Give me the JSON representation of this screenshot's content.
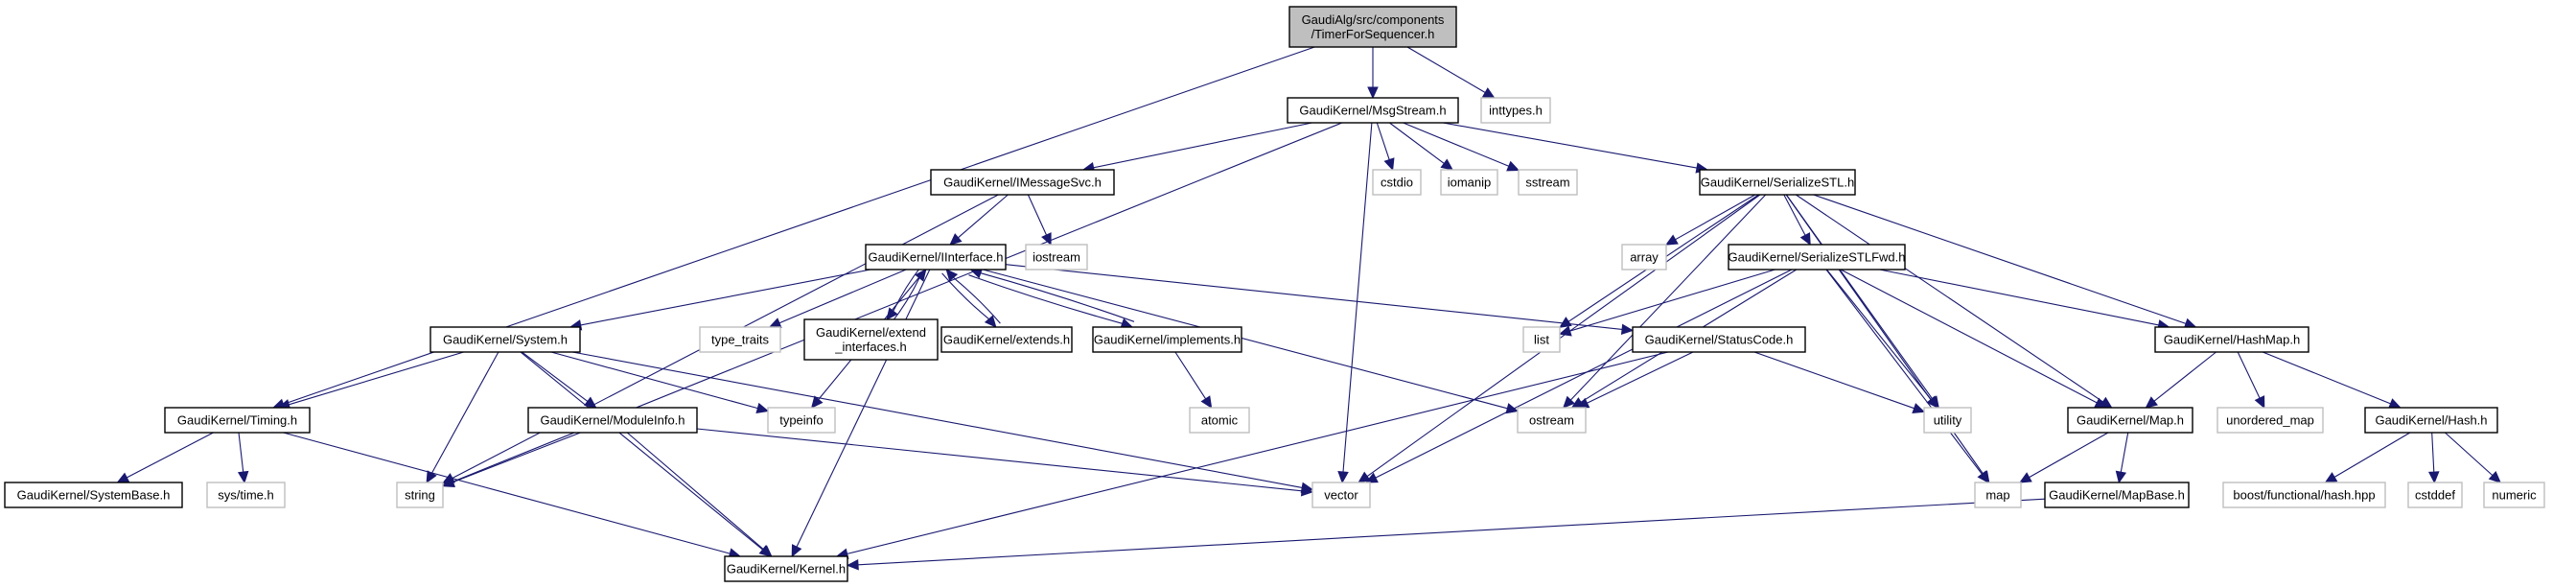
{
  "diagram": {
    "type": "include-dependency-graph",
    "colors": {
      "edge": "#191970",
      "root_fill": "#bfbfbf",
      "project_border": "#000000",
      "system_border": "#bfbfbf",
      "node_fill": "#ffffff"
    },
    "nodes": [
      {
        "id": "root",
        "label": [
          "GaudiAlg/src/components",
          "/TimerForSequencer.h"
        ],
        "kind": "root"
      },
      {
        "id": "msgstream",
        "label": [
          "GaudiKernel/MsgStream.h"
        ],
        "kind": "project"
      },
      {
        "id": "inttypes",
        "label": [
          "inttypes.h"
        ],
        "kind": "system"
      },
      {
        "id": "imessagesvc",
        "label": [
          "GaudiKernel/IMessageSvc.h"
        ],
        "kind": "project"
      },
      {
        "id": "cstdio",
        "label": [
          "cstdio"
        ],
        "kind": "system"
      },
      {
        "id": "iomanip",
        "label": [
          "iomanip"
        ],
        "kind": "system"
      },
      {
        "id": "sstream",
        "label": [
          "sstream"
        ],
        "kind": "system"
      },
      {
        "id": "serializestl",
        "label": [
          "GaudiKernel/SerializeSTL.h"
        ],
        "kind": "project"
      },
      {
        "id": "iinterface",
        "label": [
          "GaudiKernel/IInterface.h"
        ],
        "kind": "project"
      },
      {
        "id": "iostream",
        "label": [
          "iostream"
        ],
        "kind": "system"
      },
      {
        "id": "array",
        "label": [
          "array"
        ],
        "kind": "system"
      },
      {
        "id": "serializestlfwd",
        "label": [
          "GaudiKernel/SerializeSTLFwd.h"
        ],
        "kind": "project"
      },
      {
        "id": "system",
        "label": [
          "GaudiKernel/System.h"
        ],
        "kind": "project"
      },
      {
        "id": "type_traits",
        "label": [
          "type_traits"
        ],
        "kind": "system"
      },
      {
        "id": "extend_interfaces",
        "label": [
          "GaudiKernel/extend",
          "_interfaces.h"
        ],
        "kind": "project"
      },
      {
        "id": "extends",
        "label": [
          "GaudiKernel/extends.h"
        ],
        "kind": "project"
      },
      {
        "id": "implements",
        "label": [
          "GaudiKernel/implements.h"
        ],
        "kind": "project"
      },
      {
        "id": "list",
        "label": [
          "list"
        ],
        "kind": "system"
      },
      {
        "id": "statuscode",
        "label": [
          "GaudiKernel/StatusCode.h"
        ],
        "kind": "project"
      },
      {
        "id": "hashmap",
        "label": [
          "GaudiKernel/HashMap.h"
        ],
        "kind": "project"
      },
      {
        "id": "timing",
        "label": [
          "GaudiKernel/Timing.h"
        ],
        "kind": "project"
      },
      {
        "id": "moduleinfo",
        "label": [
          "GaudiKernel/ModuleInfo.h"
        ],
        "kind": "project"
      },
      {
        "id": "typeinfo",
        "label": [
          "typeinfo"
        ],
        "kind": "system"
      },
      {
        "id": "atomic",
        "label": [
          "atomic"
        ],
        "kind": "system"
      },
      {
        "id": "ostream",
        "label": [
          "ostream"
        ],
        "kind": "system"
      },
      {
        "id": "utility",
        "label": [
          "utility"
        ],
        "kind": "system"
      },
      {
        "id": "map_h",
        "label": [
          "GaudiKernel/Map.h"
        ],
        "kind": "project"
      },
      {
        "id": "unordered_map",
        "label": [
          "unordered_map"
        ],
        "kind": "system"
      },
      {
        "id": "hash",
        "label": [
          "GaudiKernel/Hash.h"
        ],
        "kind": "project"
      },
      {
        "id": "systembase",
        "label": [
          "GaudiKernel/SystemBase.h"
        ],
        "kind": "project"
      },
      {
        "id": "systime",
        "label": [
          "sys/time.h"
        ],
        "kind": "system"
      },
      {
        "id": "string",
        "label": [
          "string"
        ],
        "kind": "system"
      },
      {
        "id": "vector",
        "label": [
          "vector"
        ],
        "kind": "system"
      },
      {
        "id": "map",
        "label": [
          "map"
        ],
        "kind": "system"
      },
      {
        "id": "mapbase",
        "label": [
          "GaudiKernel/MapBase.h"
        ],
        "kind": "project"
      },
      {
        "id": "boosthash",
        "label": [
          "boost/functional/hash.hpp"
        ],
        "kind": "system"
      },
      {
        "id": "cstddef",
        "label": [
          "cstddef"
        ],
        "kind": "system"
      },
      {
        "id": "numeric",
        "label": [
          "numeric"
        ],
        "kind": "system"
      },
      {
        "id": "kernel",
        "label": [
          "GaudiKernel/Kernel.h"
        ],
        "kind": "project"
      }
    ],
    "edges": [
      [
        "root",
        "msgstream"
      ],
      [
        "root",
        "inttypes"
      ],
      [
        "root",
        "timing"
      ],
      [
        "msgstream",
        "imessagesvc"
      ],
      [
        "msgstream",
        "cstdio"
      ],
      [
        "msgstream",
        "iomanip"
      ],
      [
        "msgstream",
        "sstream"
      ],
      [
        "msgstream",
        "serializestl"
      ],
      [
        "msgstream",
        "string"
      ],
      [
        "msgstream",
        "vector"
      ],
      [
        "imessagesvc",
        "iinterface"
      ],
      [
        "imessagesvc",
        "iostream"
      ],
      [
        "imessagesvc",
        "string"
      ],
      [
        "iinterface",
        "system"
      ],
      [
        "iinterface",
        "type_traits"
      ],
      [
        "iinterface",
        "extend_interfaces"
      ],
      [
        "iinterface",
        "extends"
      ],
      [
        "iinterface",
        "implements"
      ],
      [
        "iinterface",
        "statuscode"
      ],
      [
        "iinterface",
        "typeinfo"
      ],
      [
        "iinterface",
        "ostream"
      ],
      [
        "iinterface",
        "kernel"
      ],
      [
        "extend_interfaces",
        "iinterface"
      ],
      [
        "extends",
        "iinterface"
      ],
      [
        "implements",
        "iinterface"
      ],
      [
        "implements",
        "atomic"
      ],
      [
        "system",
        "timing"
      ],
      [
        "system",
        "moduleinfo"
      ],
      [
        "system",
        "typeinfo"
      ],
      [
        "system",
        "string"
      ],
      [
        "system",
        "vector"
      ],
      [
        "system",
        "kernel"
      ],
      [
        "moduleinfo",
        "string"
      ],
      [
        "moduleinfo",
        "vector"
      ],
      [
        "moduleinfo",
        "kernel"
      ],
      [
        "timing",
        "systembase"
      ],
      [
        "timing",
        "systime"
      ],
      [
        "timing",
        "kernel"
      ],
      [
        "serializestl",
        "array"
      ],
      [
        "serializestl",
        "serializestlfwd"
      ],
      [
        "serializestl",
        "list"
      ],
      [
        "serializestl",
        "ostream"
      ],
      [
        "serializestl",
        "vector"
      ],
      [
        "serializestl",
        "utility"
      ],
      [
        "serializestl",
        "map"
      ],
      [
        "serializestl",
        "map_h"
      ],
      [
        "serializestl",
        "hashmap"
      ],
      [
        "serializestlfwd",
        "list"
      ],
      [
        "serializestlfwd",
        "ostream"
      ],
      [
        "serializestlfwd",
        "vector"
      ],
      [
        "serializestlfwd",
        "utility"
      ],
      [
        "serializestlfwd",
        "map"
      ],
      [
        "serializestlfwd",
        "map_h"
      ],
      [
        "serializestlfwd",
        "hashmap"
      ],
      [
        "statuscode",
        "ostream"
      ],
      [
        "statuscode",
        "utility"
      ],
      [
        "statuscode",
        "kernel"
      ],
      [
        "hashmap",
        "map_h"
      ],
      [
        "hashmap",
        "unordered_map"
      ],
      [
        "hashmap",
        "hash"
      ],
      [
        "map_h",
        "map"
      ],
      [
        "map_h",
        "mapbase"
      ],
      [
        "mapbase",
        "kernel"
      ],
      [
        "hash",
        "boosthash"
      ],
      [
        "hash",
        "cstddef"
      ],
      [
        "hash",
        "numeric"
      ]
    ]
  }
}
